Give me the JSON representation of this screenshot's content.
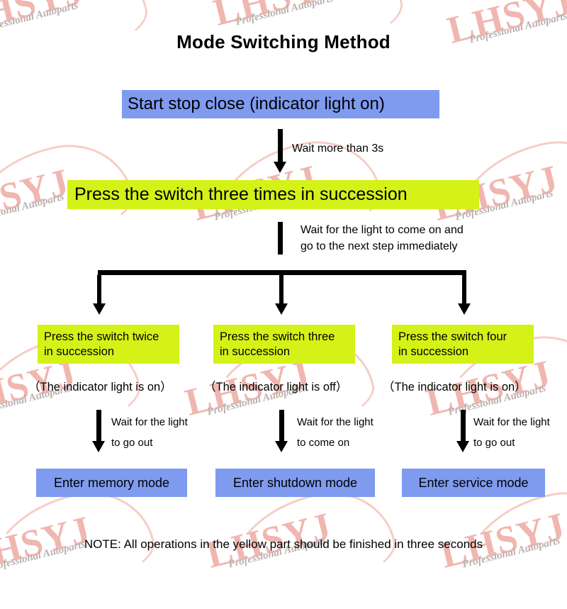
{
  "page": {
    "title": "Mode Switching Method",
    "footer_note": "NOTE: All operations in the yellow part should be finished in three seconds",
    "colors": {
      "blue_box": "#7e9bf0",
      "green_box": "#d4f217",
      "arrow": "#000000",
      "watermark_main": "#f0b6b0",
      "watermark_sub": "#b9b0ae",
      "background": "#ffffff"
    }
  },
  "watermark": {
    "main_text": "LHSYJ",
    "sub_text": "Professional Autoparts"
  },
  "flow": {
    "step_start": {
      "label": "Start stop close (indicator light on)",
      "style": "blue"
    },
    "edge_1": {
      "label": "Wait more than 3s"
    },
    "step_trigger": {
      "label": "Press the switch three times in succession",
      "style": "green"
    },
    "edge_2": {
      "label_line1": "Wait for the light to come on and",
      "label_line2": "go to the next step immediately"
    },
    "branches": [
      {
        "action_line1": "Press the switch twice",
        "action_line2": "in succession",
        "action_style": "green",
        "indicator_note": "（The indicator light is on）",
        "wait_line1": "Wait for the light",
        "wait_line2": "to go out",
        "result": "Enter memory mode",
        "result_style": "blue"
      },
      {
        "action_line1": "Press the switch three",
        "action_line2": "in succession",
        "action_style": "green",
        "indicator_note": "（The indicator light is off）",
        "wait_line1": "Wait for the light",
        "wait_line2": "to come on",
        "result": "Enter shutdown mode",
        "result_style": "blue"
      },
      {
        "action_line1": "Press the switch four",
        "action_line2": "in succession",
        "action_style": "green",
        "indicator_note": "（The indicator light is on）",
        "wait_line1": "Wait for the light",
        "wait_line2": "to go out",
        "result": "Enter service mode",
        "result_style": "blue"
      }
    ]
  }
}
